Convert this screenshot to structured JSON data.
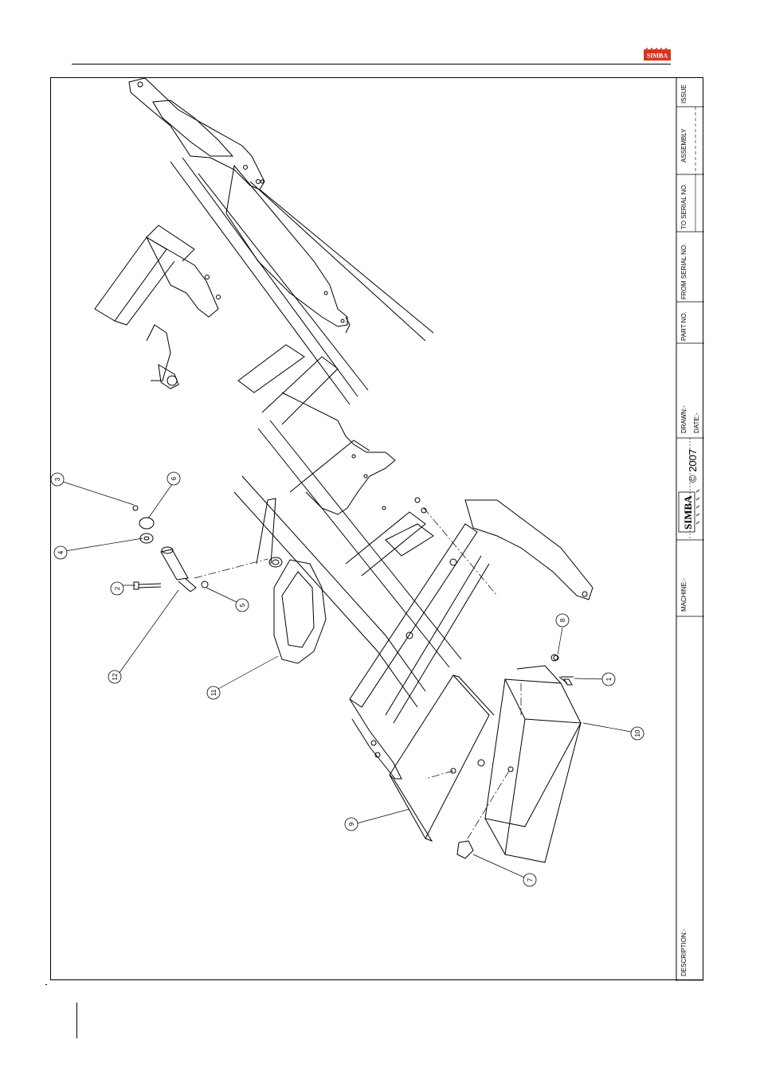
{
  "header": {
    "logo_text": "SIMBA",
    "brand_color": "#d9331f"
  },
  "title_block": {
    "description_label": "DESCRIPTION:-",
    "machine_label": "MACHINE:-",
    "logo_text": "SIMBA",
    "copyright": "© 2007",
    "drawn_label": "DRAWN:-",
    "date_label": "DATE:-",
    "part_no_label": "PART NO.",
    "from_serial_label": "FROM SERIAL NO.",
    "to_serial_label": "TO SERIAL NO.",
    "assembly_label": "ASSEMBLY",
    "issue_label": "ISSUE"
  },
  "callouts": [
    {
      "label": "1"
    },
    {
      "label": "2"
    },
    {
      "label": "3"
    },
    {
      "label": "4"
    },
    {
      "label": "5"
    },
    {
      "label": "6"
    },
    {
      "label": "7"
    },
    {
      "label": "8"
    },
    {
      "label": "9"
    },
    {
      "label": "10"
    },
    {
      "label": "11"
    },
    {
      "label": "12"
    }
  ]
}
